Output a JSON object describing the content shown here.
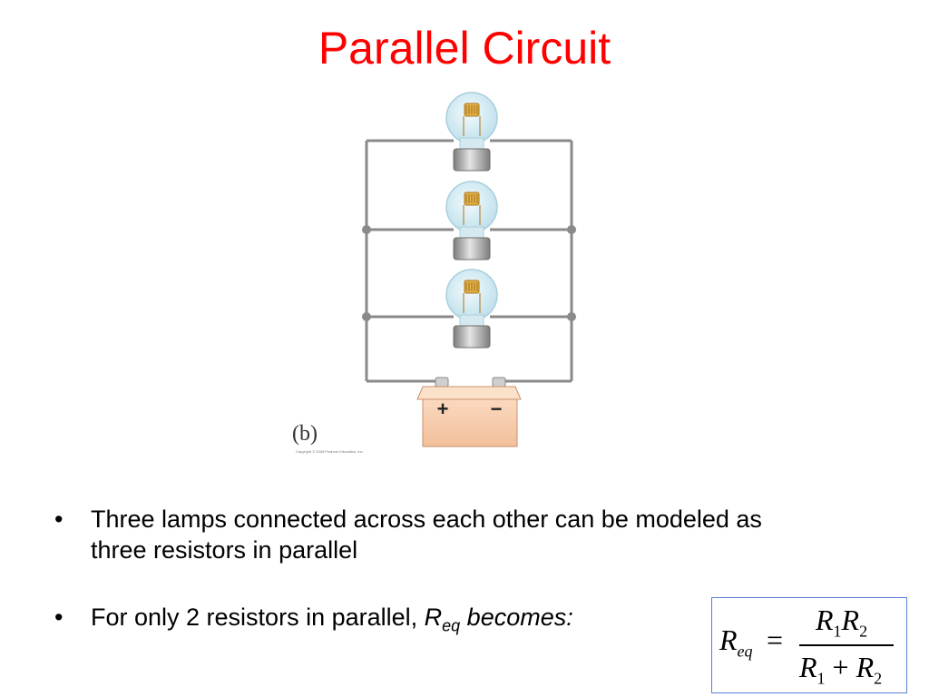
{
  "slide": {
    "title": "Parallel Circuit"
  },
  "figure": {
    "label": "(b)",
    "copyright": "Copyright © 2008 Pearson Education, Inc.",
    "battery_plus": "+",
    "battery_minus": "−",
    "colors": {
      "wire": "#8a8a8a",
      "battery": "#f6c9a8",
      "bulb_glass": "#d6eef6",
      "filament": "#d6a030",
      "base": "#9a9a9a"
    }
  },
  "bullets": {
    "marker": "•",
    "item1": "Three lamps connected across each other can be modeled as three resistors in parallel",
    "item2_prefix": "For only 2 resistors in parallel, ",
    "item2_var": "R",
    "item2_var_sub": "eq",
    "item2_suffix": " becomes:"
  },
  "formula": {
    "lhs": "R",
    "lhs_sub": "eq",
    "equals": "=",
    "num_a": "R",
    "num_a_sub": "1",
    "num_b": "R",
    "num_b_sub": "2",
    "den_a": "R",
    "den_a_sub": "1",
    "den_plus": "+",
    "den_b": "R",
    "den_b_sub": "2"
  }
}
